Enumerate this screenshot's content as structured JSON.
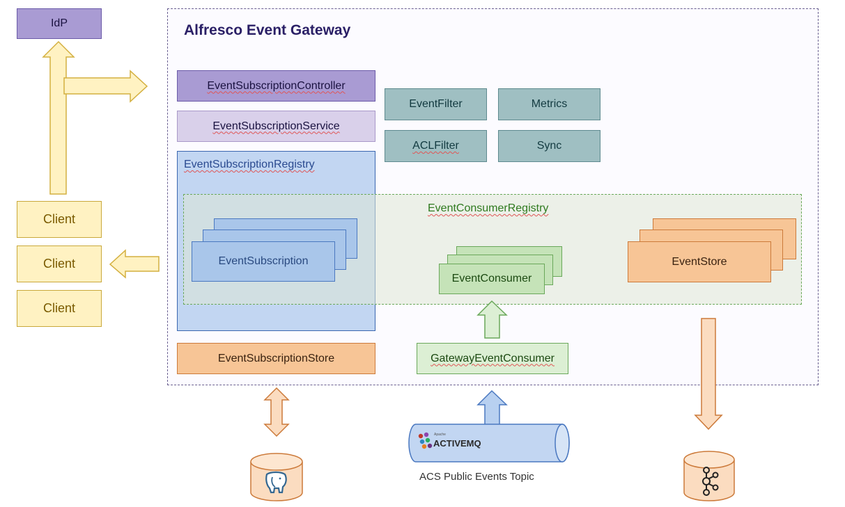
{
  "idp": "IdP",
  "gateway_title": "Alfresco Event Gateway",
  "controller": "EventSubscriptionController",
  "service": "EventSubscriptionService",
  "registry": "EventSubscriptionRegistry",
  "subscription": "EventSubscription",
  "subscription_store": "EventSubscriptionStore",
  "event_filter": "EventFilter",
  "metrics": "Metrics",
  "acl_filter": "ACLFilter",
  "sync": "Sync",
  "consumer_registry": "EventConsumerRegistry",
  "event_consumer": "EventConsumer",
  "event_store": "EventStore",
  "gateway_event_consumer": "GatewayEventConsumer",
  "clients": [
    "Client",
    "Client",
    "Client"
  ],
  "activemq_small": "Apache",
  "activemq_brand": "ACTIVEMQ",
  "topic_caption": "ACS Public Events Topic",
  "icons": {
    "postgres": "postgresql-elephant-icon",
    "kafka": "kafka-icon",
    "activemq": "activemq-logo-icon"
  }
}
